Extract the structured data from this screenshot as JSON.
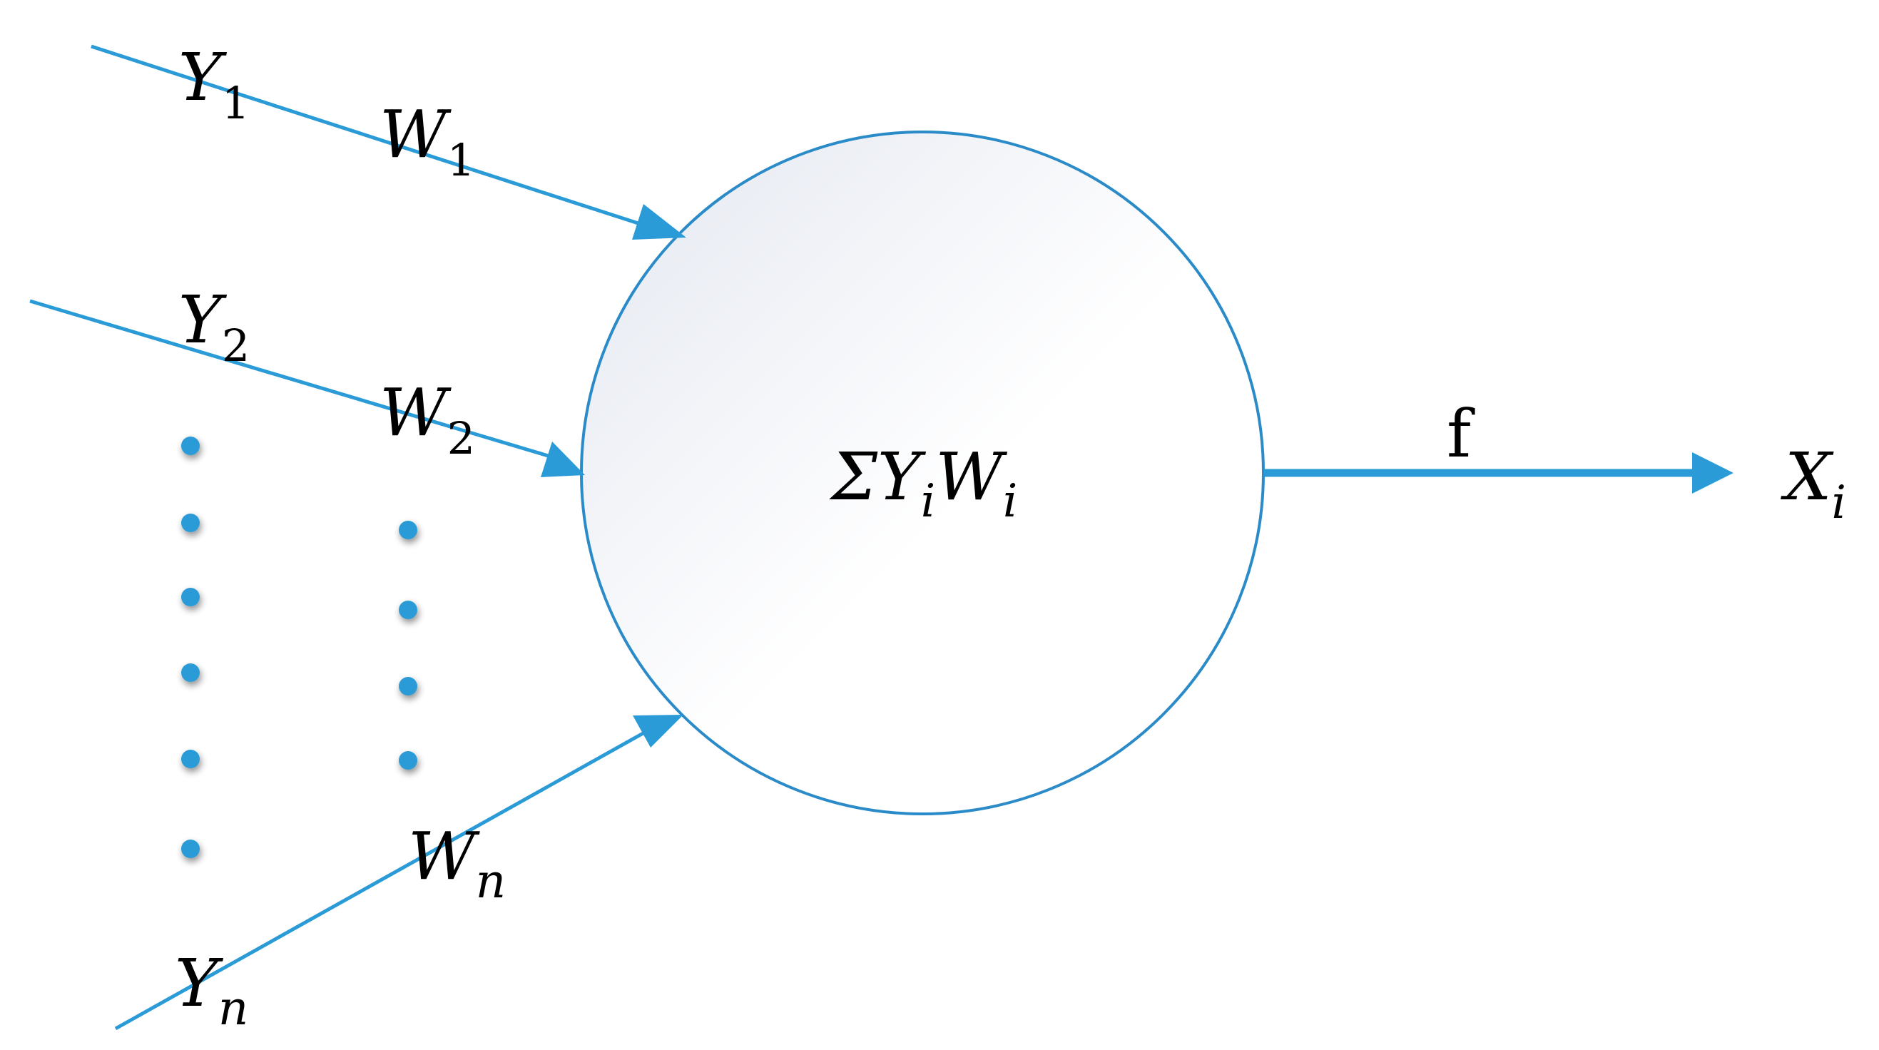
{
  "colors": {
    "accent": "#2a9bd6",
    "node_stroke": "#2a8bc8",
    "node_fill_shade": "#e6eaf2",
    "text": "#000000"
  },
  "inputs": {
    "y1": {
      "base": "Y",
      "sub": "1"
    },
    "y2": {
      "base": "Y",
      "sub": "2"
    },
    "yn": {
      "base": "Y",
      "sub": "n"
    }
  },
  "weights": {
    "w1": {
      "base": "W",
      "sub": "1"
    },
    "w2": {
      "base": "W",
      "sub": "2"
    },
    "wn": {
      "base": "W",
      "sub": "n"
    }
  },
  "node": {
    "sum_symbol": "Σ",
    "y_base": "Y",
    "y_sub": "i",
    "w_base": "W",
    "w_sub": "i"
  },
  "activation_label": "f",
  "output": {
    "base": "X",
    "sub": "i"
  }
}
